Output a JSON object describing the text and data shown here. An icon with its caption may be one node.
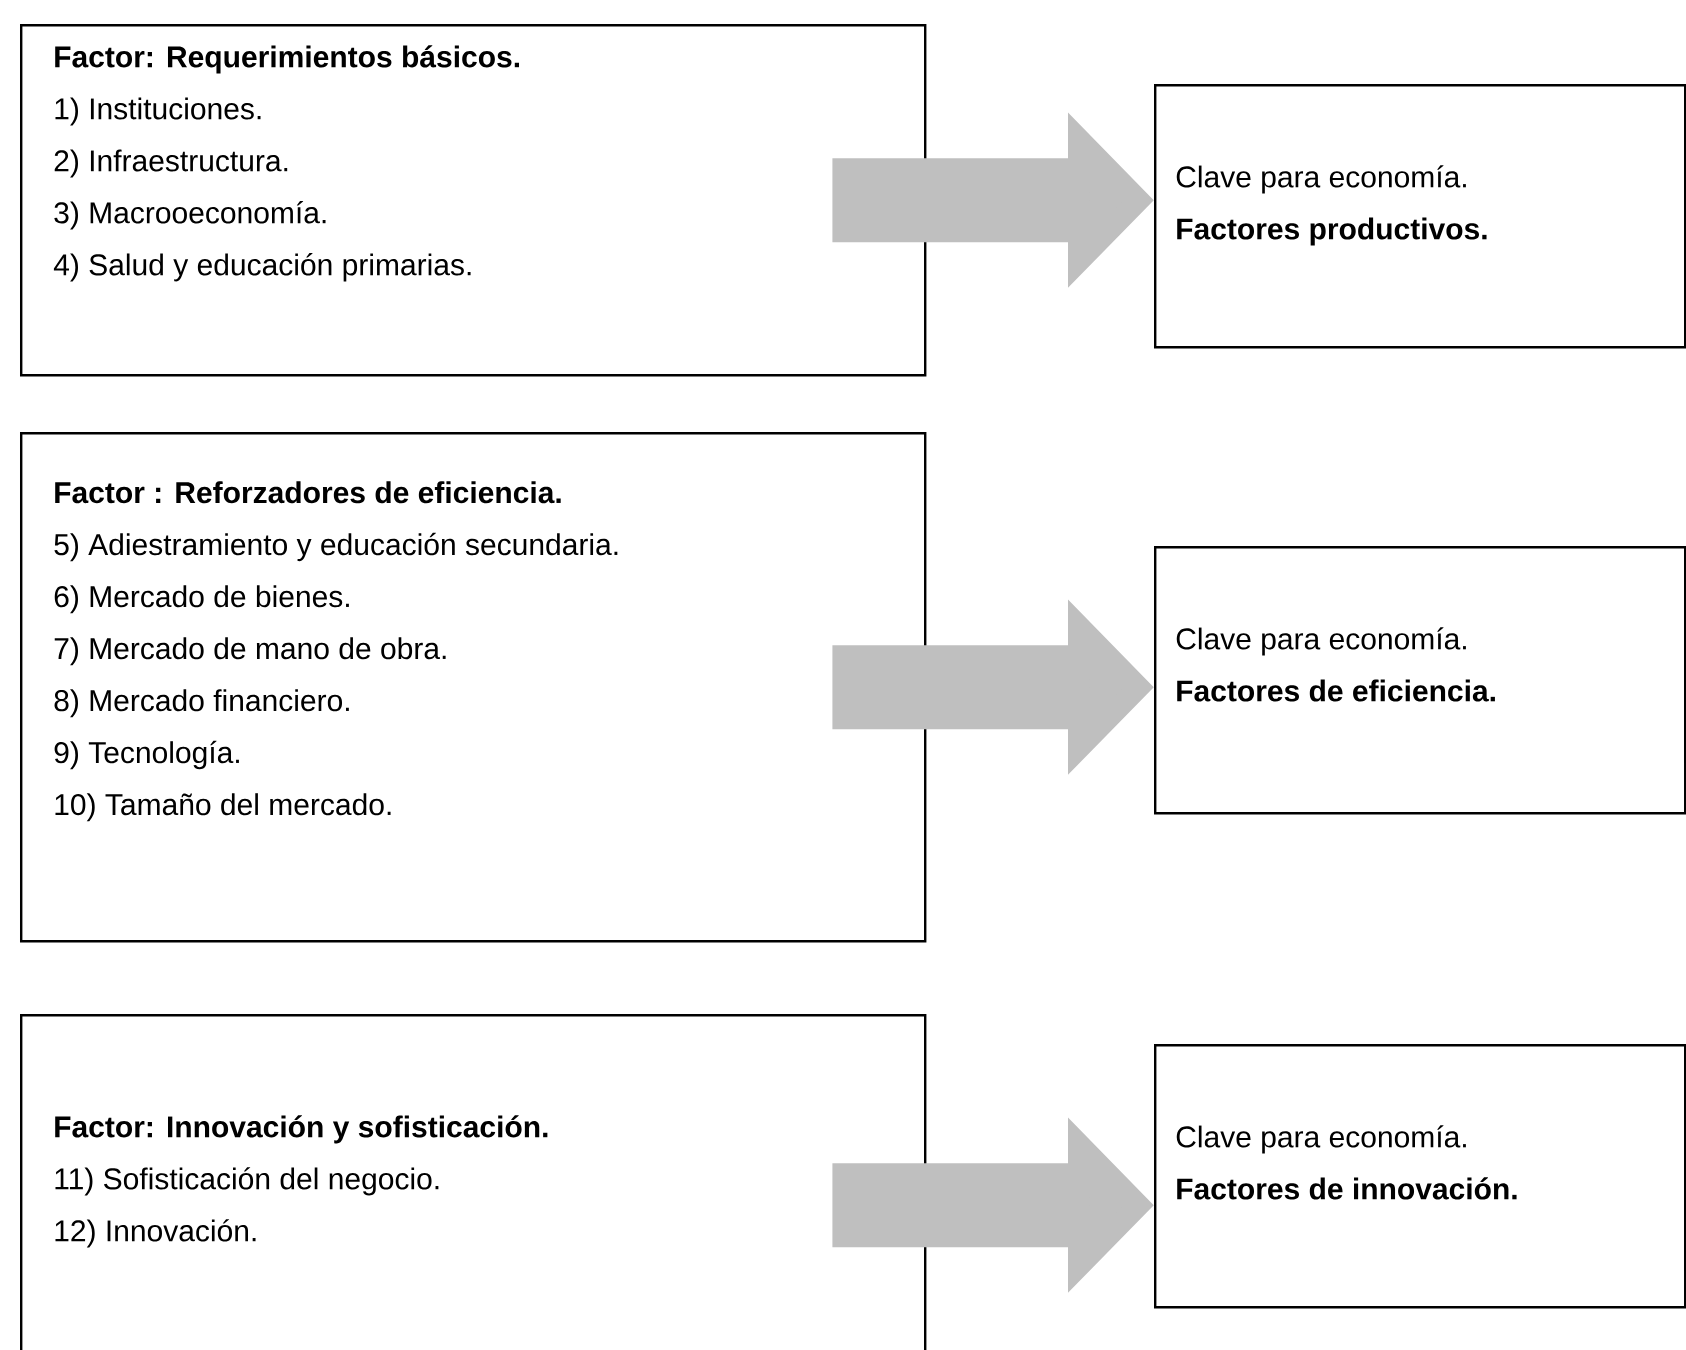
{
  "diagram": {
    "nodes": [
      {
        "text": [
          "Factor: Requerimientos básicos.",
          "1) Instituciones.",
          "2) Infraestructura.",
          "3) Macrooeconomía.",
          "4) Salud y educación primarias."
        ]
      },
      {
        "text": [
          "Clave para economía.",
          "Factores productivos."
        ]
      },
      {
        "text": [
          "Factor : Reforzadores de eficiencia.",
          "5) Adiestramiento y educación secundaria.",
          "6) Mercado de bienes.",
          "7) Mercado de mano de obra.",
          "8) Mercado financiero.",
          "9) Tecnología.",
          "10) Tamaño del mercado."
        ]
      },
      {
        "text": [
          "Clave para economía.",
          "Factores de eficiencia."
        ]
      },
      {
        "text": [
          "Factor: Innovación y sofisticación.",
          "11) Sofisticación del negocio.",
          "12) Innovación."
        ]
      },
      {
        "text": [
          "Clave para economía.",
          "Factores de innovación."
        ]
      }
    ],
    "edges": [
      {
        "from": 0,
        "to": 1,
        "arrow": "to"
      },
      {
        "from": 2,
        "to": 3,
        "arrow": "to"
      },
      {
        "from": 4,
        "to": 5,
        "arrow": "to"
      }
    ]
  }
}
